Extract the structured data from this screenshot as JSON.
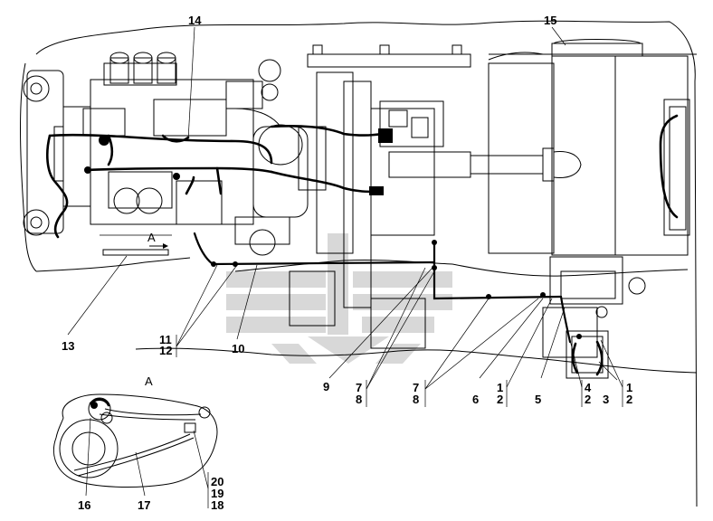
{
  "view_label": "A",
  "view_marker": "A",
  "callouts": [
    {
      "id": "c14",
      "text": "14"
    },
    {
      "id": "c15",
      "text": "15"
    },
    {
      "id": "c13",
      "text": "13"
    },
    {
      "id": "c11",
      "text": "11"
    },
    {
      "id": "c12",
      "text": "12"
    },
    {
      "id": "c10",
      "text": "10"
    },
    {
      "id": "c9",
      "text": "9"
    },
    {
      "id": "c7a",
      "text": "7"
    },
    {
      "id": "c8a",
      "text": "8"
    },
    {
      "id": "c7b",
      "text": "7"
    },
    {
      "id": "c8b",
      "text": "8"
    },
    {
      "id": "c6",
      "text": "6"
    },
    {
      "id": "c1a",
      "text": "1"
    },
    {
      "id": "c2a",
      "text": "2"
    },
    {
      "id": "c5",
      "text": "5"
    },
    {
      "id": "c4",
      "text": "4"
    },
    {
      "id": "c2b",
      "text": "2"
    },
    {
      "id": "c3",
      "text": "3"
    },
    {
      "id": "c1b",
      "text": "1"
    },
    {
      "id": "c2c",
      "text": "2"
    },
    {
      "id": "c20",
      "text": "20"
    },
    {
      "id": "c19",
      "text": "19"
    },
    {
      "id": "c18",
      "text": "18"
    },
    {
      "id": "c16",
      "text": "16"
    },
    {
      "id": "c17",
      "text": "17"
    }
  ]
}
